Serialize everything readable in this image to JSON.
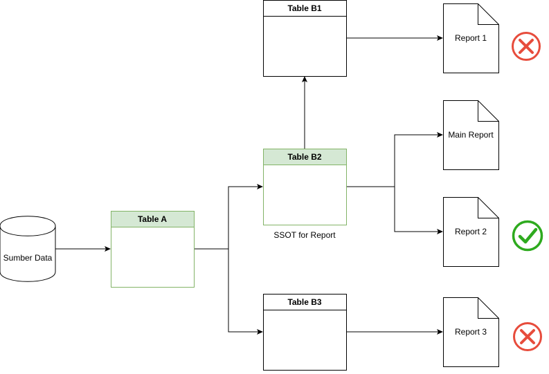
{
  "source": {
    "label": "Sumber Data"
  },
  "tables": {
    "a": {
      "title": "Table A"
    },
    "b1": {
      "title": "Table B1"
    },
    "b2": {
      "title": "Table B2",
      "caption": "SSOT for Report"
    },
    "b3": {
      "title": "Table B3"
    }
  },
  "reports": {
    "r1": {
      "label": "Report 1",
      "status": "rejected"
    },
    "main": {
      "label": "Main Report"
    },
    "r2": {
      "label": "Report 2",
      "status": "approved"
    },
    "r3": {
      "label": "Report 3",
      "status": "rejected"
    }
  },
  "colors": {
    "highlight_fill": "#d5e8d4",
    "highlight_stroke": "#82b366",
    "reject": "#e74c3c",
    "approve": "#2eaa1e"
  },
  "icons": {
    "reject": "x-circle-icon",
    "approve": "check-circle-icon"
  }
}
